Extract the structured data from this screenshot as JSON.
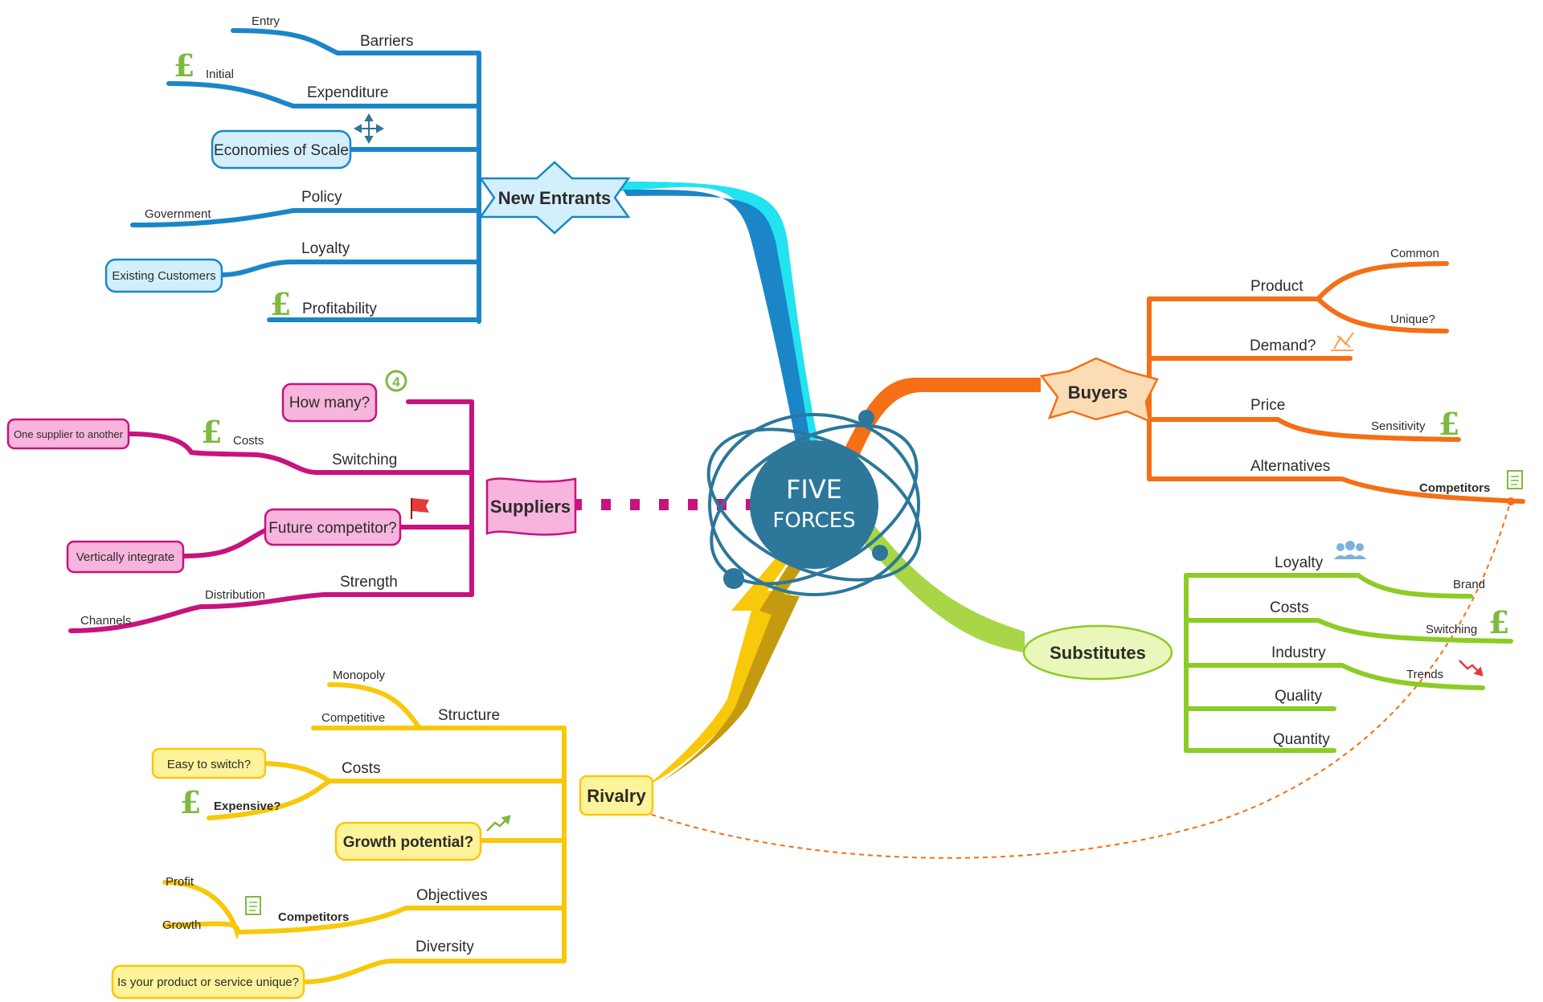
{
  "center": {
    "line1": "FIVE",
    "line2": "FORCES"
  },
  "colors": {
    "new_entrants": "#1a86c8",
    "new_entrants_light": "#22e3ef",
    "suppliers": "#c8127f",
    "buyers": "#f46f16",
    "substitutes": "#8ccc24",
    "rivalry": "#f8c80a",
    "center": "#2c779a",
    "pound": "#7dba3f"
  },
  "icons": {
    "pound": "£",
    "number_four": "4",
    "move": "move-arrows-icon",
    "flag": "red-flag-icon",
    "note": "note-icon",
    "chart_up": "trend-up-icon",
    "chart_down": "trend-down-icon",
    "people": "people-icon",
    "bar_chart": "bar-chart-icon"
  },
  "new_entrants": {
    "title": "New Entrants",
    "barriers": "Barriers",
    "entry": "Entry",
    "expenditure": "Expenditure",
    "initial": "Initial",
    "economies": "Economies of Scale",
    "policy": "Policy",
    "government": "Government",
    "loyalty": "Loyalty",
    "existing_customers": "Existing Customers",
    "profitability": "Profitability"
  },
  "suppliers": {
    "title": "Suppliers",
    "how_many": "How many?",
    "switching": "Switching",
    "costs": "Costs",
    "one_supplier": "One supplier to another",
    "future_competitor": "Future competitor?",
    "vertically_integrate": "Vertically integrate",
    "strength": "Strength",
    "distribution": "Distribution",
    "channels": "Channels"
  },
  "buyers": {
    "title": "Buyers",
    "product": "Product",
    "common": "Common",
    "unique": "Unique?",
    "demand": "Demand?",
    "price": "Price",
    "sensitivity": "Sensitivity",
    "alternatives": "Alternatives",
    "competitors": "Competitors"
  },
  "substitutes": {
    "title": "Substitutes",
    "loyalty": "Loyalty",
    "brand": "Brand",
    "costs": "Costs",
    "switching": "Switching",
    "industry": "Industry",
    "trends": "Trends",
    "quality": "Quality",
    "quantity": "Quantity"
  },
  "rivalry": {
    "title": "Rivalry",
    "structure": "Structure",
    "monopoly": "Monopoly",
    "competitive": "Competitive",
    "costs": "Costs",
    "easy_switch": "Easy to switch?",
    "expensive": "Expensive?",
    "growth": "Growth potential?",
    "objectives": "Objectives",
    "competitors": "Competitors",
    "profit": "Profit",
    "growth_small": "Growth",
    "diversity": "Diversity",
    "unique_q": "Is your product or service unique?"
  }
}
